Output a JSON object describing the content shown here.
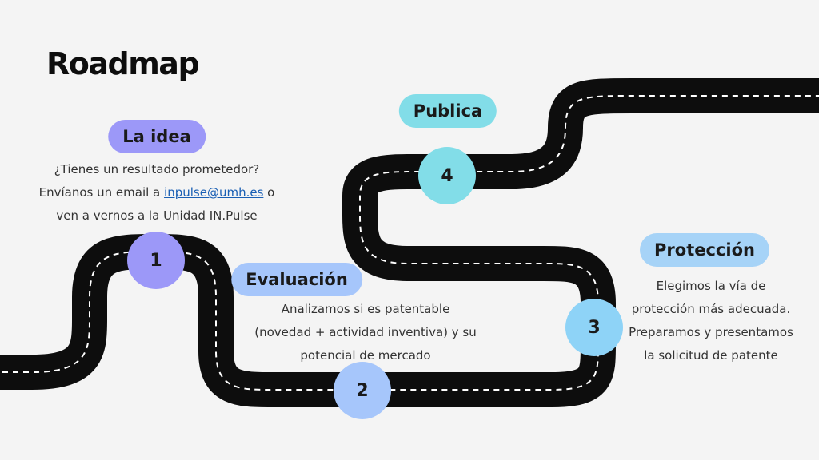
{
  "title": "Roadmap",
  "colors": {
    "road": "#0d0d0d",
    "road_dash": "#ffffff",
    "step1": "#9c98f8",
    "step2": "#a6c6fb",
    "step3": "#8ed3f7",
    "step4": "#82dde8",
    "publica_pill": "#82dde8",
    "proteccion_pill": "#a6d3f7"
  },
  "steps": {
    "idea": {
      "number": "1",
      "label": "La idea",
      "line1": "¿Tienes un resultado prometedor?",
      "line2_pre": "Envíanos un email a ",
      "line2_link": "inpulse@umh.es",
      "line2_post": " o",
      "line3": "ven a vernos a la Unidad IN.Pulse"
    },
    "evaluacion": {
      "number": "2",
      "label": "Evaluación",
      "line1": "Analizamos si es patentable",
      "line2": "(novedad + actividad inventiva) y su",
      "line3": "potencial de mercado"
    },
    "proteccion": {
      "number": "3",
      "label": "Protección",
      "line1": "Elegimos la vía de",
      "line2": "protección más adecuada.",
      "line3": "Preparamos y presentamos",
      "line4": "la solicitud de patente"
    },
    "publica": {
      "number": "4",
      "label": "Publica"
    }
  }
}
